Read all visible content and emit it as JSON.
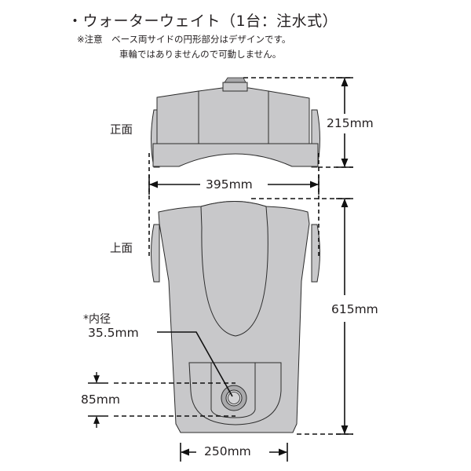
{
  "header": {
    "title": "・ウォーターウェイト（1台：注水式）",
    "note_line1": "※注意　ベース両サイドの円形部分はデザインです。",
    "note_line2": "車輪ではありませんので可動しません。"
  },
  "views": {
    "front_label": "正面",
    "top_label": "上面"
  },
  "dimensions": {
    "height_front": "215mm",
    "width": "395mm",
    "depth_top": "615mm",
    "hole_label": "*内径",
    "hole_diameter": "35.5mm",
    "hole_offset": "85mm",
    "base_width": "250mm"
  },
  "colors": {
    "body_fill": "#c8c8ca",
    "cap_fill": "#a7a7a9",
    "outline": "#2b2b2b",
    "ring_fill": "#a9a9ab",
    "inner_fill": "#d4d4d6"
  }
}
